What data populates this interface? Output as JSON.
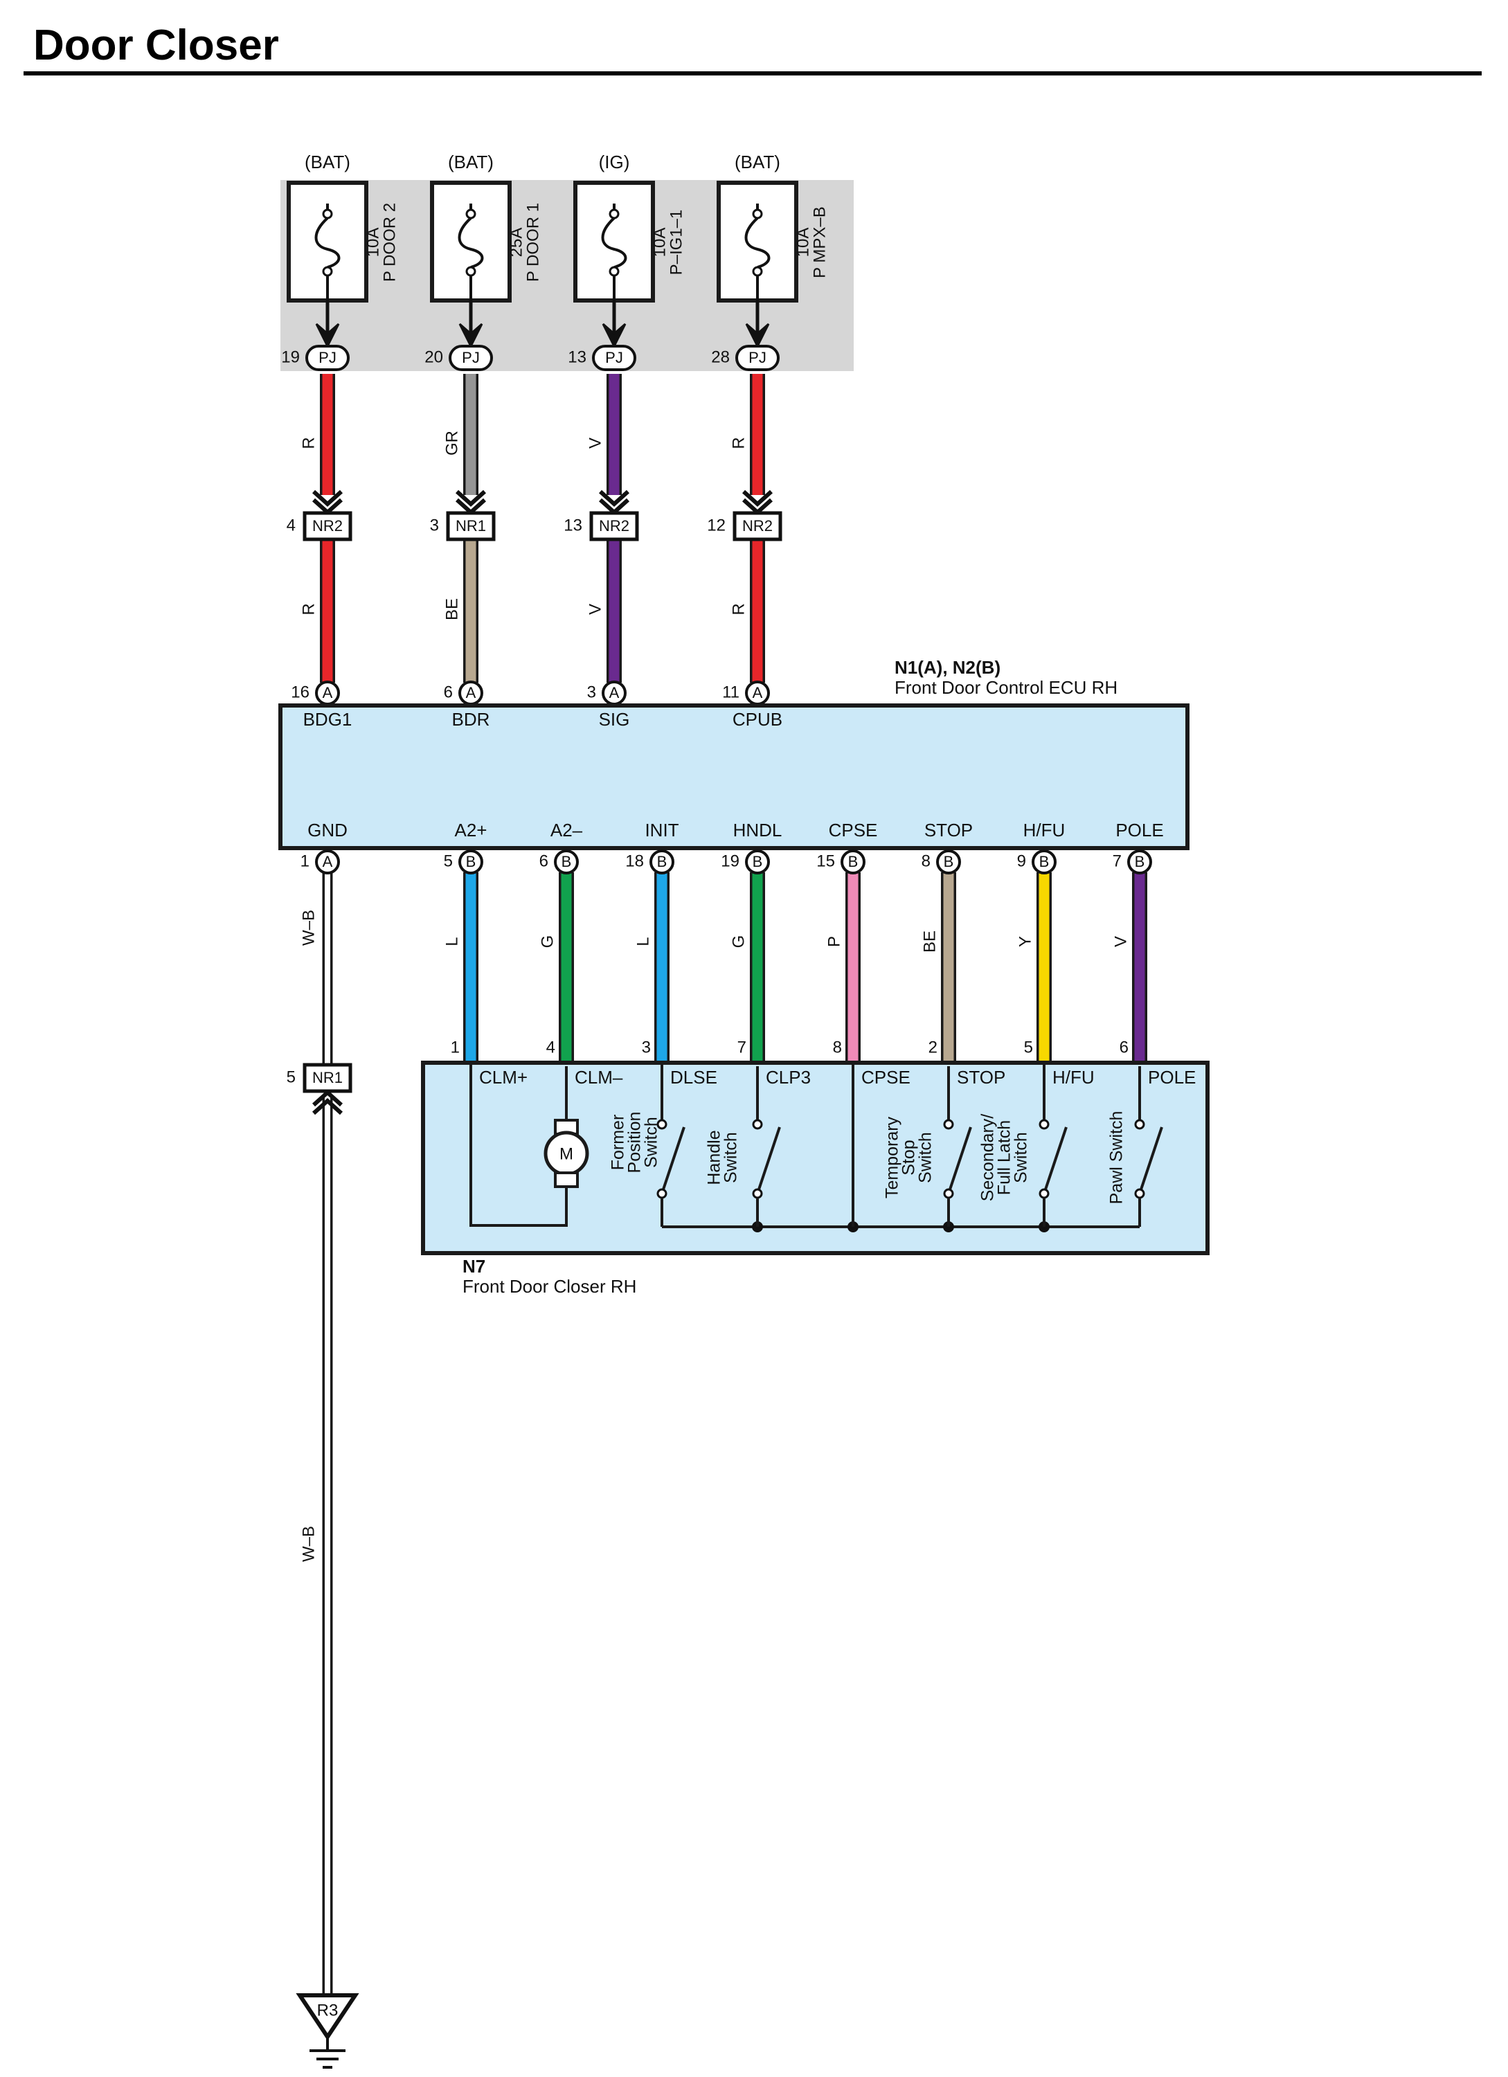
{
  "title": "Door Closer",
  "colors": {
    "fuse_box_bg": "#d6d6d6",
    "ecu_bg": "#cce9f8",
    "wire": {
      "R": "#e8262a",
      "GR": "#959595",
      "V": "#6a2a8f",
      "BE": "#b8a890",
      "L": "#1ea7e8",
      "G": "#11a24e",
      "P": "#f08bb8",
      "Y": "#f7d800",
      "W-B": "#ffffff"
    }
  },
  "fuses": [
    {
      "source": "(BAT)",
      "rating": "10A",
      "name": "P DOOR 2",
      "pin": "19",
      "connector": "PJ",
      "wire_upper": "R",
      "join_pin": "4",
      "join_connector": "NR2",
      "wire_lower": "R",
      "ecu_pin": "16",
      "ecu_conn": "A",
      "ecu_terminal": "BDG1"
    },
    {
      "source": "(BAT)",
      "rating": "25A",
      "name": "P DOOR 1",
      "pin": "20",
      "connector": "PJ",
      "wire_upper": "GR",
      "join_pin": "3",
      "join_connector": "NR1",
      "wire_lower": "BE",
      "ecu_pin": "6",
      "ecu_conn": "A",
      "ecu_terminal": "BDR"
    },
    {
      "source": "(IG)",
      "rating": "10A",
      "name": "P–IG1–1",
      "pin": "13",
      "connector": "PJ",
      "wire_upper": "V",
      "join_pin": "13",
      "join_connector": "NR2",
      "wire_lower": "V",
      "ecu_pin": "3",
      "ecu_conn": "A",
      "ecu_terminal": "SIG"
    },
    {
      "source": "(BAT)",
      "rating": "10A",
      "name": "P MPX–B",
      "pin": "28",
      "connector": "PJ",
      "wire_upper": "R",
      "join_pin": "12",
      "join_connector": "NR2",
      "wire_lower": "R",
      "ecu_pin": "11",
      "ecu_conn": "A",
      "ecu_terminal": "CPUB"
    }
  ],
  "ecu": {
    "code": "N1(A), N2(B)",
    "name": "Front Door Control ECU RH",
    "bottom_terminals": [
      {
        "label": "GND",
        "pin": "1",
        "conn": "A",
        "wire": "W–B",
        "closer_pin": "",
        "closer_terminal": ""
      },
      {
        "label": "A2+",
        "pin": "5",
        "conn": "B",
        "wire": "L",
        "closer_pin": "1",
        "closer_terminal": "CLM+"
      },
      {
        "label": "A2–",
        "pin": "6",
        "conn": "B",
        "wire": "G",
        "closer_pin": "4",
        "closer_terminal": "CLM–"
      },
      {
        "label": "INIT",
        "pin": "18",
        "conn": "B",
        "wire": "L",
        "closer_pin": "3",
        "closer_terminal": "DLSE"
      },
      {
        "label": "HNDL",
        "pin": "19",
        "conn": "B",
        "wire": "G",
        "closer_pin": "7",
        "closer_terminal": "CLP3"
      },
      {
        "label": "CPSE",
        "pin": "15",
        "conn": "B",
        "wire": "P",
        "closer_pin": "8",
        "closer_terminal": "CPSE"
      },
      {
        "label": "STOP",
        "pin": "8",
        "conn": "B",
        "wire": "BE",
        "closer_pin": "2",
        "closer_terminal": "STOP"
      },
      {
        "label": "H/FU",
        "pin": "9",
        "conn": "B",
        "wire": "Y",
        "closer_pin": "5",
        "closer_terminal": "H/FU"
      },
      {
        "label": "POLE",
        "pin": "7",
        "conn": "B",
        "wire": "V",
        "closer_pin": "6",
        "closer_terminal": "POLE"
      }
    ]
  },
  "closer": {
    "code": "N7",
    "name": "Front Door Closer RH",
    "motor_symbol": "M",
    "switch_labels": {
      "former_position": [
        "Former",
        "Position",
        "Switch"
      ],
      "handle": [
        "Handle",
        "Switch"
      ],
      "temporary_stop": [
        "Temporary",
        "Stop",
        "Switch"
      ],
      "secondary_full_latch": [
        "Secondary/",
        "Full Latch",
        "Switch"
      ],
      "pawl": [
        "Pawl Switch"
      ]
    }
  },
  "ground": {
    "join_pin": "5",
    "join_connector": "NR1",
    "wire_upper": "W–B",
    "wire_lower": "W–B",
    "point": "R3"
  }
}
